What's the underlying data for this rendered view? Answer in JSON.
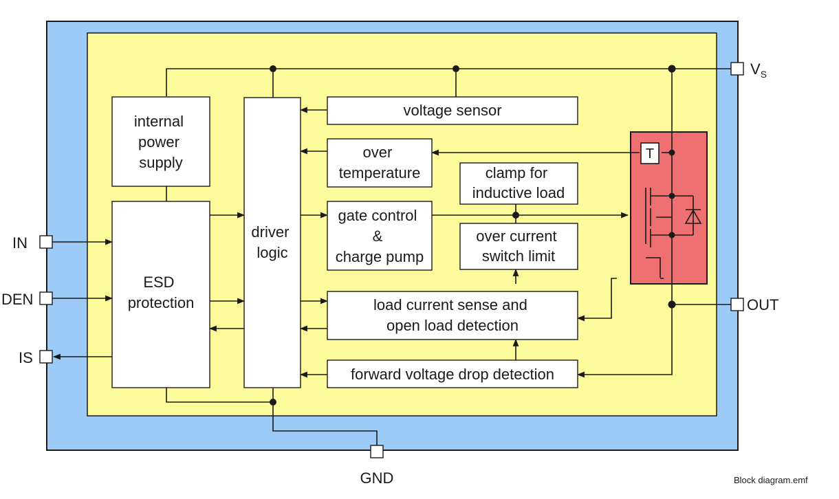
{
  "colors": {
    "package": "#9ccbf7",
    "die": "#fdfa9c",
    "power_stage": "#ee7070",
    "block": "#ffffff",
    "line": "#1a1a1a"
  },
  "blocks": {
    "internal_power_supply": [
      "internal",
      "power",
      "supply"
    ],
    "esd_protection": [
      "ESD",
      "protection"
    ],
    "driver_logic": [
      "driver",
      "logic"
    ],
    "voltage_sensor": [
      "voltage sensor"
    ],
    "over_temperature": [
      "over",
      "temperature"
    ],
    "gate_control": [
      "gate control",
      "&",
      "charge pump"
    ],
    "clamp": [
      "clamp for",
      "inductive load"
    ],
    "over_current": [
      "over current",
      "switch limit"
    ],
    "load_current_sense": [
      "load current sense and",
      "open load detection"
    ],
    "forward_voltage_drop": [
      "forward voltage drop detection"
    ]
  },
  "temp_sensor_label": "T",
  "pins": {
    "vs": "V",
    "vs_sub": "S",
    "in": "IN",
    "den": "DEN",
    "is": "IS",
    "out": "OUT",
    "gnd": "GND"
  },
  "caption": "Block diagram.emf"
}
